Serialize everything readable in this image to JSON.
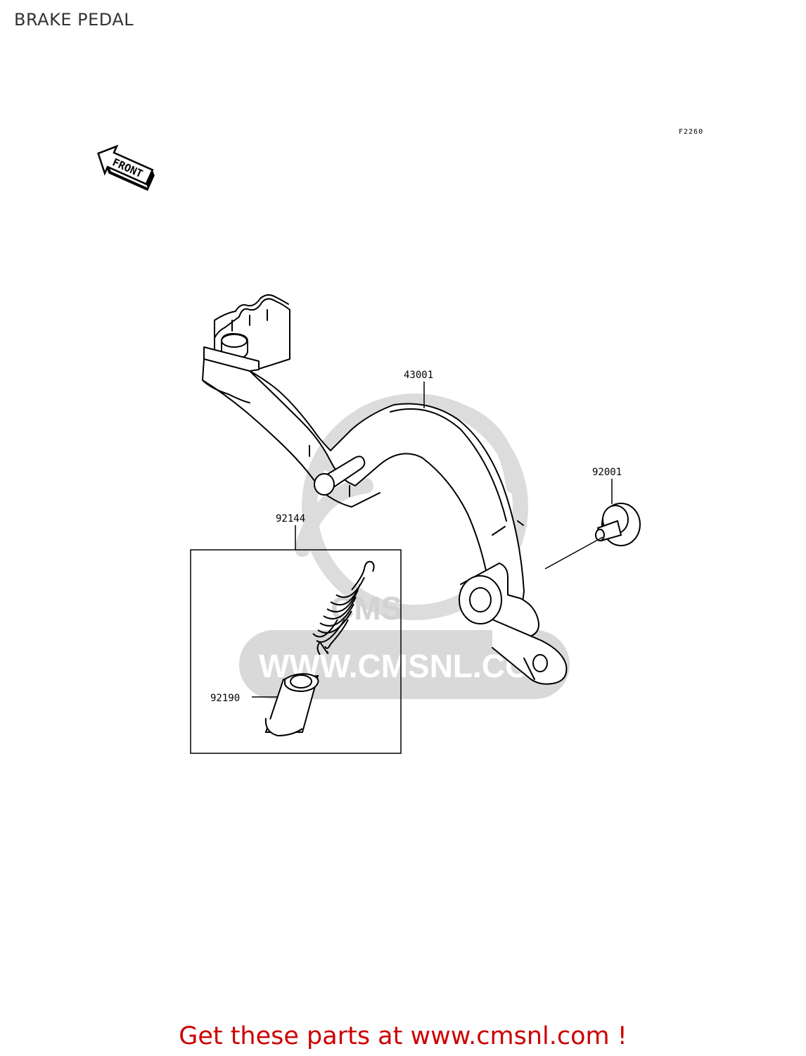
{
  "page": {
    "title": "BRAKE PEDAL",
    "figure_code": "F2260"
  },
  "orientation": {
    "arrow_text": "FRONT",
    "icon": "front-direction-arrow-icon"
  },
  "watermark": {
    "logo_text": "CMS",
    "url_text": "WWW.CMSNL.COM"
  },
  "parts": [
    {
      "number": "43001",
      "name": "brake pedal"
    },
    {
      "number": "92001",
      "name": "bolt"
    },
    {
      "number": "92144",
      "name": "spring"
    },
    {
      "number": "92190",
      "name": "collar"
    }
  ],
  "footer": {
    "cta_text": "Get these parts at www.cmsnl.com !",
    "color": "#cc0000"
  },
  "colors": {
    "line": "#000000",
    "watermark": "#d6d6d6",
    "footer_red": "#cc0000"
  }
}
